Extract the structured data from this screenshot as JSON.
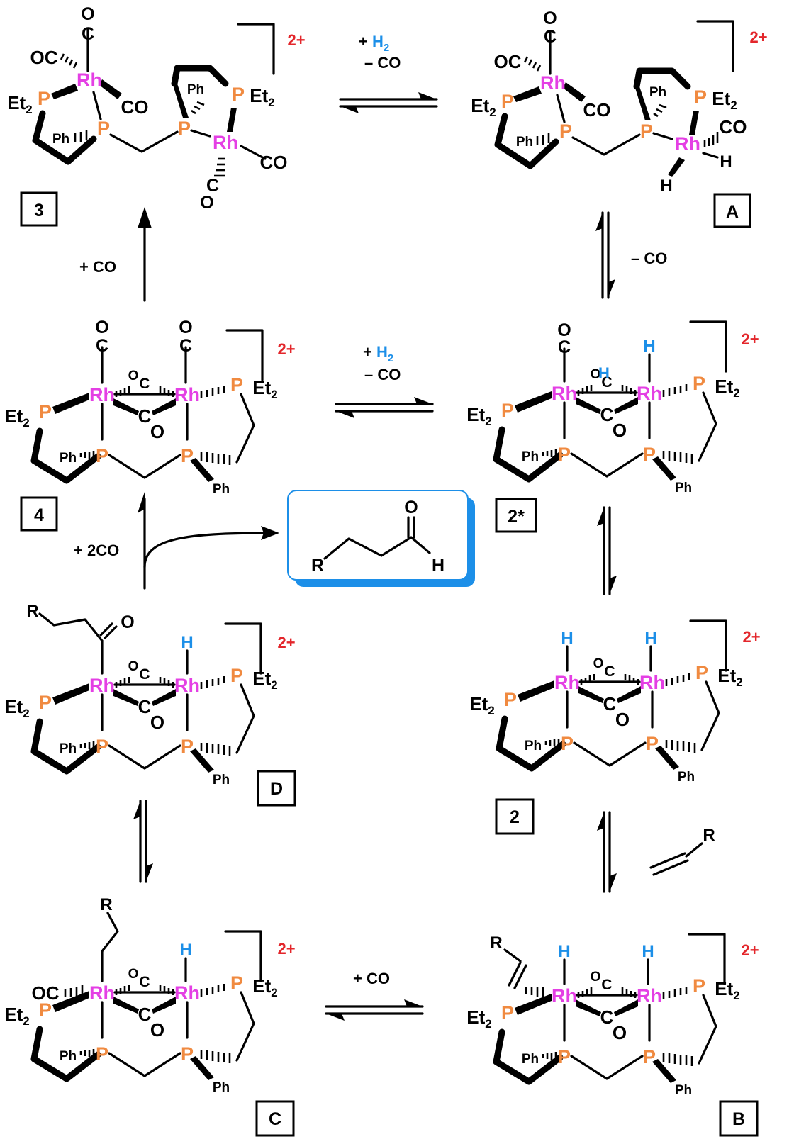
{
  "colors": {
    "rhodium": "#e43fe4",
    "phosphorus": "#f08a40",
    "hydrogen": "#1c8fe8",
    "charge": "#e3262b",
    "product_box_border": "#1c8fe8",
    "product_box_shadow": "#1c8fe8"
  },
  "atoms": {
    "rh": "Rh",
    "p": "P",
    "pet2": "PEt",
    "et2p": "Et",
    "sub2": "2",
    "ph": "Ph",
    "co": "CO",
    "oc": "OC",
    "c": "C",
    "o": "O",
    "h": "H",
    "r": "R"
  },
  "charge": "2+",
  "compounds": [
    {
      "id": "3",
      "label": "3"
    },
    {
      "id": "A",
      "label": "A"
    },
    {
      "id": "4",
      "label": "4"
    },
    {
      "id": "2star",
      "label": "2*"
    },
    {
      "id": "D",
      "label": "D"
    },
    {
      "id": "2",
      "label": "2"
    },
    {
      "id": "C",
      "label": "C"
    },
    {
      "id": "B",
      "label": "B"
    }
  ],
  "reagents": {
    "a3_plus": "+ ",
    "a3_h2": "H",
    "a3_h2_sub": "2",
    "a3_minus_co": "– CO",
    "a2_minus_co": "– CO",
    "a1_plus_co": "+ CO",
    "a4_plus": "+ ",
    "a4_h2": "H",
    "a4_h2_sub": "2",
    "a4_minus_co": "– CO",
    "a5_plus_2co": "+ 2CO",
    "a7_plus_co": "+ CO"
  },
  "product": {
    "r": "R",
    "o": "O",
    "h": "H"
  }
}
